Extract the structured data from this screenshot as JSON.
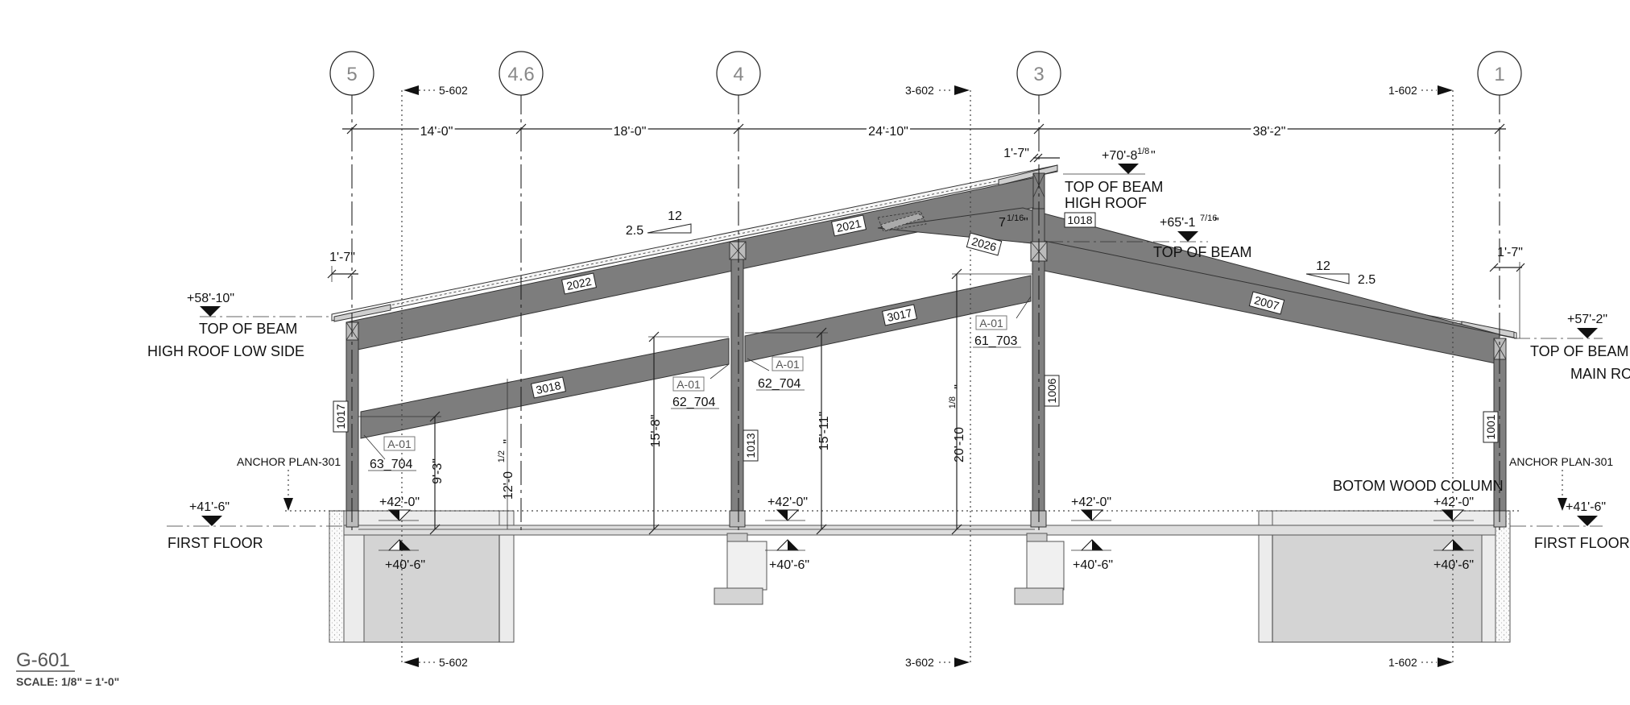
{
  "sheet": {
    "number": "G-601",
    "scale": "SCALE:  1/8\" = 1'-0\""
  },
  "grid_lines": [
    "5",
    "4.6",
    "4",
    "3",
    "1"
  ],
  "section_markers": [
    "5-602",
    "3-602",
    "1-602"
  ],
  "dimensions": {
    "spans": [
      "14'-0\"",
      "18'-0\"",
      "24'-10\"",
      "38'-2\""
    ],
    "overhang": "1'-7\"",
    "heights": [
      "9'-3\"",
      "12'-0",
      "1/2",
      "\"",
      "15'-8\"",
      "15'-11\"",
      "20'-10",
      "1/8",
      "\""
    ],
    "inset_main": "7",
    "inset_frac": "1/16",
    "inset_mark": "\""
  },
  "slopes": {
    "rise": "2.5",
    "run": "12"
  },
  "levels": {
    "top_beam_high_low": {
      "value": "+58'-10\"",
      "line1": "TOP OF BEAM",
      "line2": "HIGH ROOF LOW SIDE"
    },
    "top_beam_high": {
      "value_main": "+70'-8",
      "value_frac": "1/8",
      "value_mark": "\"",
      "line1": "TOP OF BEAM",
      "line2": "HIGH ROOF"
    },
    "top_beam_mid": {
      "value_main": "+65'-1",
      "value_frac": "7/16",
      "value_mark": "\"",
      "line1": "TOP OF BEAM"
    },
    "top_beam_main": {
      "value": "+57'-2\"",
      "line1": "TOP OF BEAM",
      "line2": "MAIN ROOF"
    },
    "first_floor": {
      "value": "+41'-6\"",
      "label": "FIRST FLOOR"
    },
    "slab": "+42'-0\"",
    "footing": "+40'-6\"",
    "bottom_wood_column": "BOTOM WOOD COLUMN",
    "anchor": "ANCHOR PLAN-301"
  },
  "members": {
    "beams": [
      "2022",
      "2021",
      "2026",
      "2007",
      "3017",
      "3018"
    ],
    "columns": [
      "1017",
      "1013",
      "1006",
      "1001",
      "1018"
    ]
  },
  "connections": [
    {
      "ref": "A-01",
      "detail": "63_704"
    },
    {
      "ref": "A-01",
      "detail": "62_704"
    },
    {
      "ref": "A-01",
      "detail": "62_704"
    },
    {
      "ref": "A-01",
      "detail": "61_703"
    }
  ]
}
